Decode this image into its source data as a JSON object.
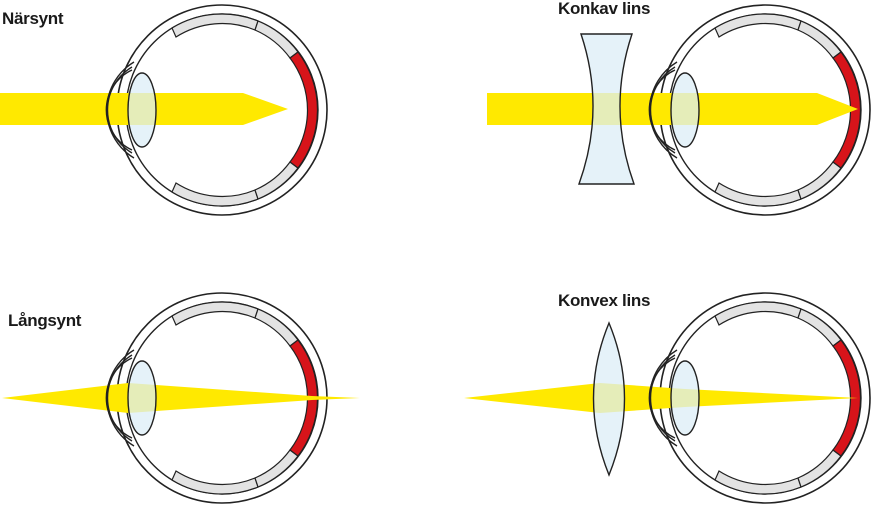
{
  "labels": {
    "myopia": "Närsynt",
    "concave_lens": "Konkav lins",
    "hyperopia": "Långsynt",
    "convex_lens": "Konvex lins"
  },
  "colors": {
    "light_beam": "#ffe900",
    "retina": "#d7141a",
    "lens": "#dcedf7",
    "sclera_band": "#e3e3e3",
    "outline": "#222222"
  }
}
